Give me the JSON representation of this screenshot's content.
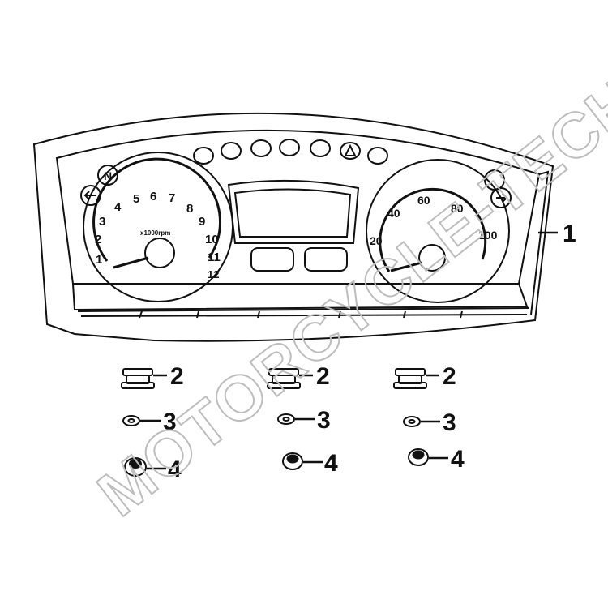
{
  "callouts": {
    "instrument_cluster": "1",
    "grommet": "2",
    "washer": "3",
    "nut": "4"
  },
  "tachometer": {
    "numbers": [
      "1",
      "2",
      "3",
      "4",
      "5",
      "6",
      "7",
      "8",
      "9",
      "10",
      "11",
      "12"
    ],
    "label": "x1000rpm"
  },
  "speedometer": {
    "numbers": [
      "20",
      "40",
      "60",
      "80",
      "100"
    ]
  },
  "indicators": {
    "neutral": "N"
  },
  "watermark": "MOTORCYCLE-TECHNIK",
  "colors": {
    "line": "#111111",
    "watermark": "#bdbdbd"
  }
}
